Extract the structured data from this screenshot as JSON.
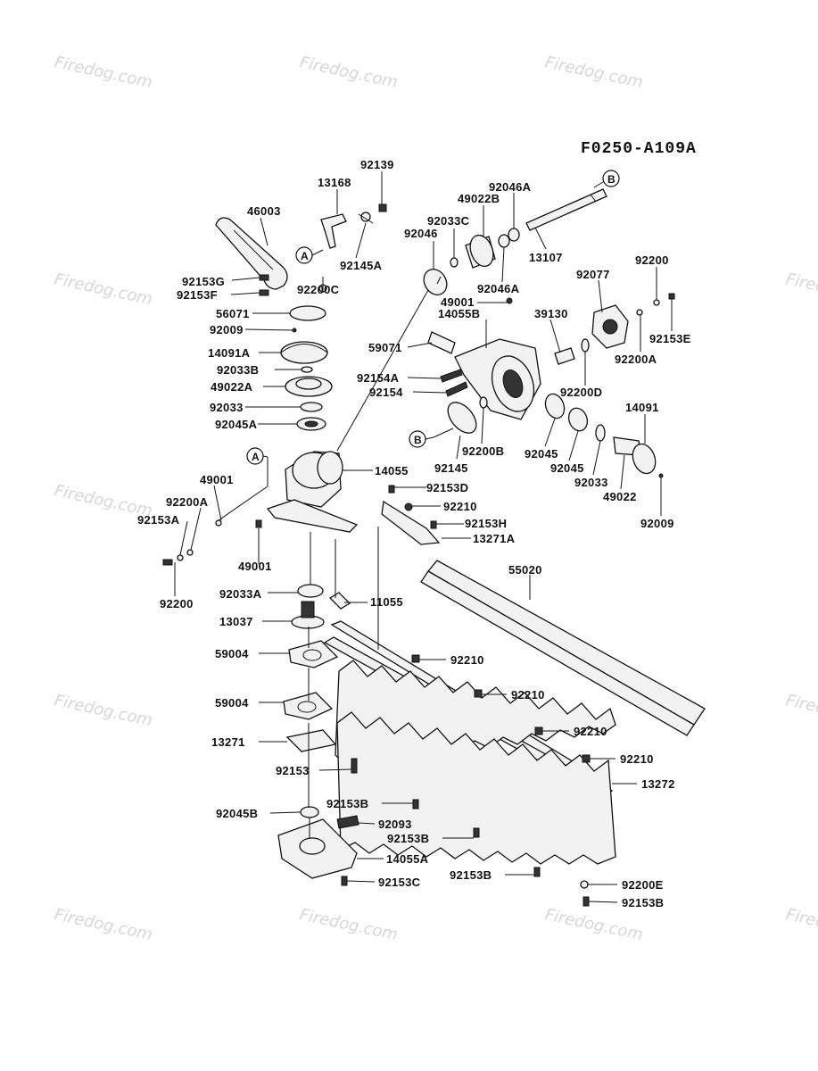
{
  "figure_code": "F0250-A109A",
  "watermark": "Firedog.com",
  "parts": [
    {
      "id": "l1",
      "text": "92139"
    },
    {
      "id": "l2",
      "text": "13168"
    },
    {
      "id": "l3",
      "text": "46003"
    },
    {
      "id": "l4",
      "text": "92145A"
    },
    {
      "id": "l5",
      "text": "92153G"
    },
    {
      "id": "l6",
      "text": "92153F"
    },
    {
      "id": "l7",
      "text": "92200C"
    },
    {
      "id": "l8",
      "text": "56071"
    },
    {
      "id": "l9",
      "text": "92009"
    },
    {
      "id": "l10",
      "text": "14091A"
    },
    {
      "id": "l11",
      "text": "92033B"
    },
    {
      "id": "l12",
      "text": "49022A"
    },
    {
      "id": "l13",
      "text": "92033"
    },
    {
      "id": "l14",
      "text": "92045A"
    },
    {
      "id": "l15",
      "text": "92046A"
    },
    {
      "id": "l16",
      "text": "49022B"
    },
    {
      "id": "l17",
      "text": "92033C"
    },
    {
      "id": "l18",
      "text": "92046"
    },
    {
      "id": "l19",
      "text": "13107"
    },
    {
      "id": "l20",
      "text": "92046A"
    },
    {
      "id": "l21",
      "text": "49001"
    },
    {
      "id": "l22",
      "text": "14055B"
    },
    {
      "id": "l23",
      "text": "39130"
    },
    {
      "id": "l24",
      "text": "92077"
    },
    {
      "id": "l25",
      "text": "92200"
    },
    {
      "id": "l26",
      "text": "92153E"
    },
    {
      "id": "l27",
      "text": "92200A"
    },
    {
      "id": "l28",
      "text": "59071"
    },
    {
      "id": "l29",
      "text": "92154A"
    },
    {
      "id": "l30",
      "text": "92154"
    },
    {
      "id": "l31",
      "text": "92200D"
    },
    {
      "id": "l32",
      "text": "14091"
    },
    {
      "id": "l33",
      "text": "92200B"
    },
    {
      "id": "l34",
      "text": "92145"
    },
    {
      "id": "l35",
      "text": "92045"
    },
    {
      "id": "l36",
      "text": "92045"
    },
    {
      "id": "l37",
      "text": "92033"
    },
    {
      "id": "l38",
      "text": "49022"
    },
    {
      "id": "l39",
      "text": "92009"
    },
    {
      "id": "l40",
      "text": "14055"
    },
    {
      "id": "l41",
      "text": "49001"
    },
    {
      "id": "l42",
      "text": "92200A"
    },
    {
      "id": "l43",
      "text": "92153A"
    },
    {
      "id": "l44",
      "text": "92153D"
    },
    {
      "id": "l45",
      "text": "92210"
    },
    {
      "id": "l46",
      "text": "92153H"
    },
    {
      "id": "l47",
      "text": "13271A"
    },
    {
      "id": "l48",
      "text": "92200"
    },
    {
      "id": "l49",
      "text": "49001"
    },
    {
      "id": "l50",
      "text": "55020"
    },
    {
      "id": "l51",
      "text": "92033A"
    },
    {
      "id": "l52",
      "text": "11055"
    },
    {
      "id": "l53",
      "text": "13037"
    },
    {
      "id": "l54",
      "text": "59004"
    },
    {
      "id": "l55",
      "text": "92210"
    },
    {
      "id": "l56",
      "text": "92210"
    },
    {
      "id": "l57",
      "text": "59004"
    },
    {
      "id": "l58",
      "text": "92210"
    },
    {
      "id": "l59",
      "text": "13271"
    },
    {
      "id": "l60",
      "text": "92210"
    },
    {
      "id": "l61",
      "text": "92153"
    },
    {
      "id": "l62",
      "text": "13272"
    },
    {
      "id": "l63",
      "text": "92153B"
    },
    {
      "id": "l64",
      "text": "92045B"
    },
    {
      "id": "l65",
      "text": "92093"
    },
    {
      "id": "l66",
      "text": "92153B"
    },
    {
      "id": "l67",
      "text": "14055A"
    },
    {
      "id": "l68",
      "text": "92153B"
    },
    {
      "id": "l69",
      "text": "92153C"
    },
    {
      "id": "l70",
      "text": "92200E"
    },
    {
      "id": "l71",
      "text": "92153B"
    }
  ],
  "refs": {
    "a": "A",
    "b": "B"
  }
}
